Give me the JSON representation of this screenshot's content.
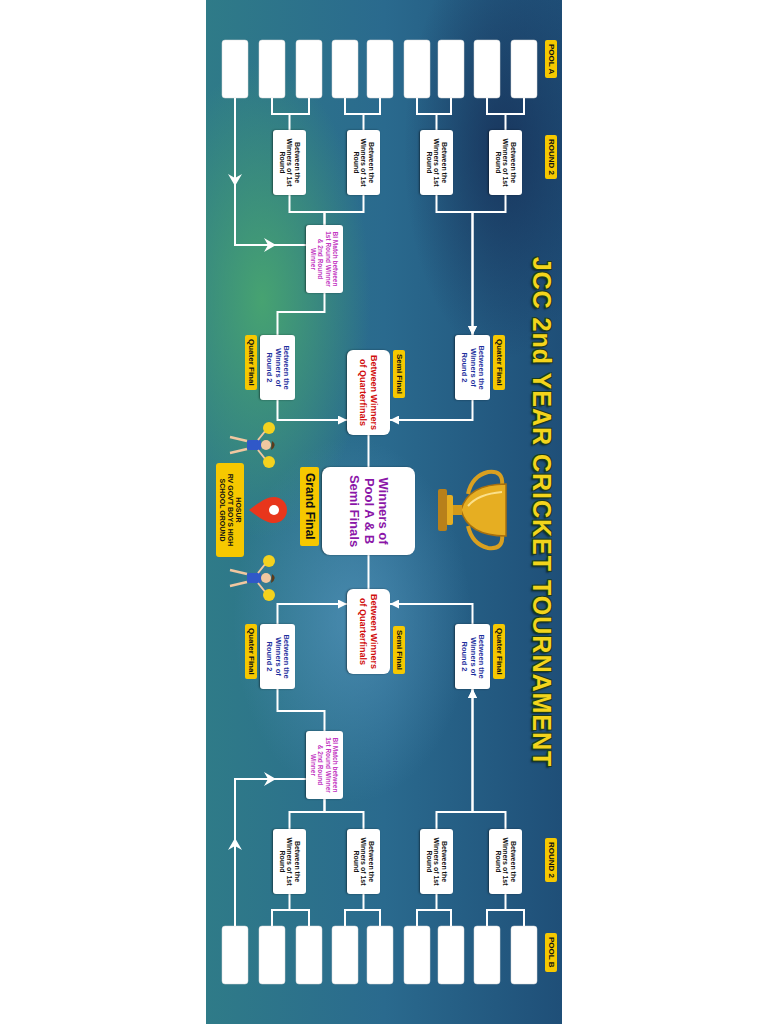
{
  "diagram": {
    "title": "JCC 2nd YEAR CRICKET TOURNAMENT",
    "nodes": [
      {
        "text": [
          "Between the Winners of 1st Round"
        ]
      },
      {
        "text": [
          "Between the Winners of 1st Round"
        ]
      },
      {
        "text": [
          "Between the Winners of 1st Round"
        ]
      },
      {
        "text": [
          "Between the Winners of 1st Round"
        ]
      },
      {
        "text": [
          "BI Match between 1st Round Winner & 2nd Round Winner"
        ]
      },
      {
        "text": [
          "Quater Final",
          "Between the Winners of Round 2"
        ]
      },
      {
        "text": [
          "Quater Final",
          "Between the Winners of Round 2"
        ]
      },
      {
        "text": [
          "Semi Final",
          "Between Winners of Quarterfinals"
        ]
      },
      {
        "text": [
          "Winners of Pool A & B Semi Finals",
          "Grand Final"
        ]
      },
      {
        "text": [
          "Semi Final",
          "Between Winners of Quarterfinals"
        ]
      },
      {
        "text": [
          "Quater Final",
          "Between the Winners of Round 2"
        ]
      },
      {
        "text": [
          "Quater Final",
          "Between the Winners of Round 2"
        ]
      },
      {
        "text": [
          "BI Match between 1st Round Winner & 2nd Round Winner"
        ]
      },
      {
        "text": [
          "Between the Winners of 1st Round"
        ]
      },
      {
        "text": [
          "Between the Winners of 1st Round"
        ]
      },
      {
        "text": [
          "Between the Winners of 1st Round"
        ]
      },
      {
        "text": [
          "Between the Winners of 1st Round"
        ]
      }
    ],
    "edges": [
      {
        "from": 0,
        "to": 5,
        "arrow": "to"
      },
      {
        "from": 1,
        "to": 5,
        "arrow": "to"
      },
      {
        "from": 2,
        "to": 4,
        "arrow": "none"
      },
      {
        "from": 3,
        "to": 4,
        "arrow": "none"
      },
      {
        "from": 4,
        "to": 6,
        "arrow": "none"
      },
      {
        "from": 5,
        "to": 7,
        "arrow": "to"
      },
      {
        "from": 6,
        "to": 7,
        "arrow": "to"
      },
      {
        "from": 7,
        "to": 8,
        "arrow": "none"
      },
      {
        "from": 9,
        "to": 8,
        "arrow": "none"
      },
      {
        "from": 10,
        "to": 9,
        "arrow": "to"
      },
      {
        "from": 11,
        "to": 9,
        "arrow": "to"
      },
      {
        "from": 12,
        "to": 11,
        "arrow": "none"
      },
      {
        "from": 13,
        "to": 10,
        "arrow": "to"
      },
      {
        "from": 14,
        "to": 10,
        "arrow": "to"
      },
      {
        "from": 15,
        "to": 12,
        "arrow": "none"
      },
      {
        "from": 16,
        "to": 12,
        "arrow": "none"
      }
    ],
    "labels": [
      "POOL A",
      "ROUND 2",
      "ROUND 2",
      "POOL B",
      "HOSUR",
      "RV GOVT BOYS HIGH SCHOOL GROUND"
    ]
  }
}
